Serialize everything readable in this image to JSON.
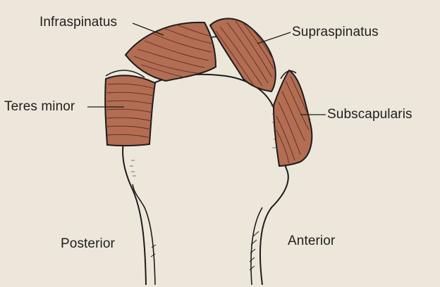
{
  "colors": {
    "background": "#ede7db",
    "muscle_fill": "#b26d53",
    "muscle_stripe": "#5a2f22",
    "outline": "#1c1c1c"
  },
  "labels": {
    "infraspinatus": "Infraspinatus",
    "supraspinatus": "Supraspinatus",
    "teres_minor": "Teres minor",
    "subscapularis": "Subscapularis",
    "posterior": "Posterior",
    "anterior": "Anterior"
  }
}
